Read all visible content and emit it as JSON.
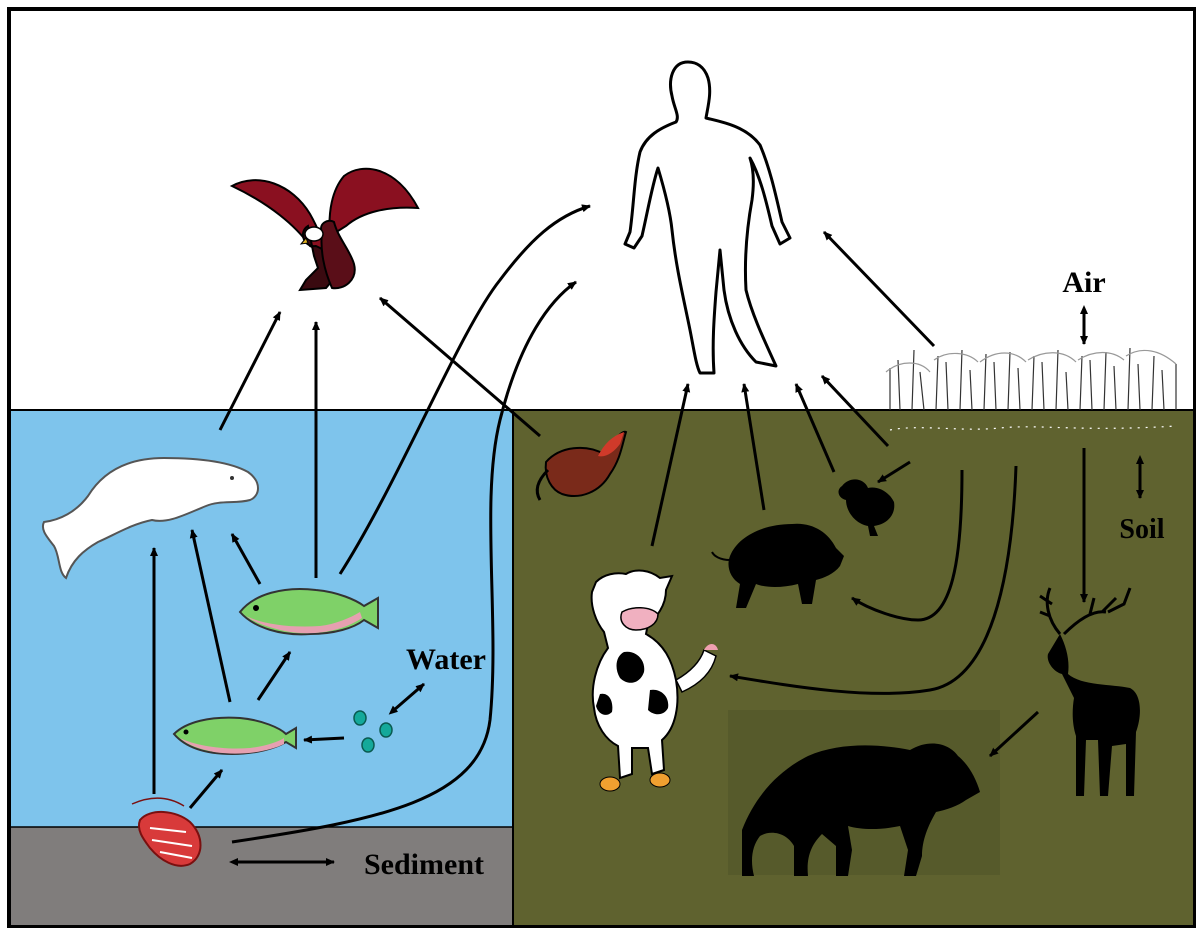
{
  "labels": {
    "air": "Air",
    "soil": "Soil",
    "water": "Water",
    "sediment": "Sediment"
  },
  "colors": {
    "sky": "#ffffff",
    "water": "#7ec4ec",
    "sediment": "#807d7c",
    "land": "#5f622f",
    "dark_patch": "#565a2b",
    "border": "#000000"
  },
  "icons": [
    "human-outline-icon",
    "eagle-icon",
    "beluga-whale-icon",
    "large-fish-icon",
    "small-fish-icon",
    "plankton-icon",
    "shrimp-icon",
    "bird-icon",
    "chicken-icon",
    "pig-icon",
    "cow-icon",
    "plants-icon",
    "deer-icon",
    "wolf-icon"
  ]
}
